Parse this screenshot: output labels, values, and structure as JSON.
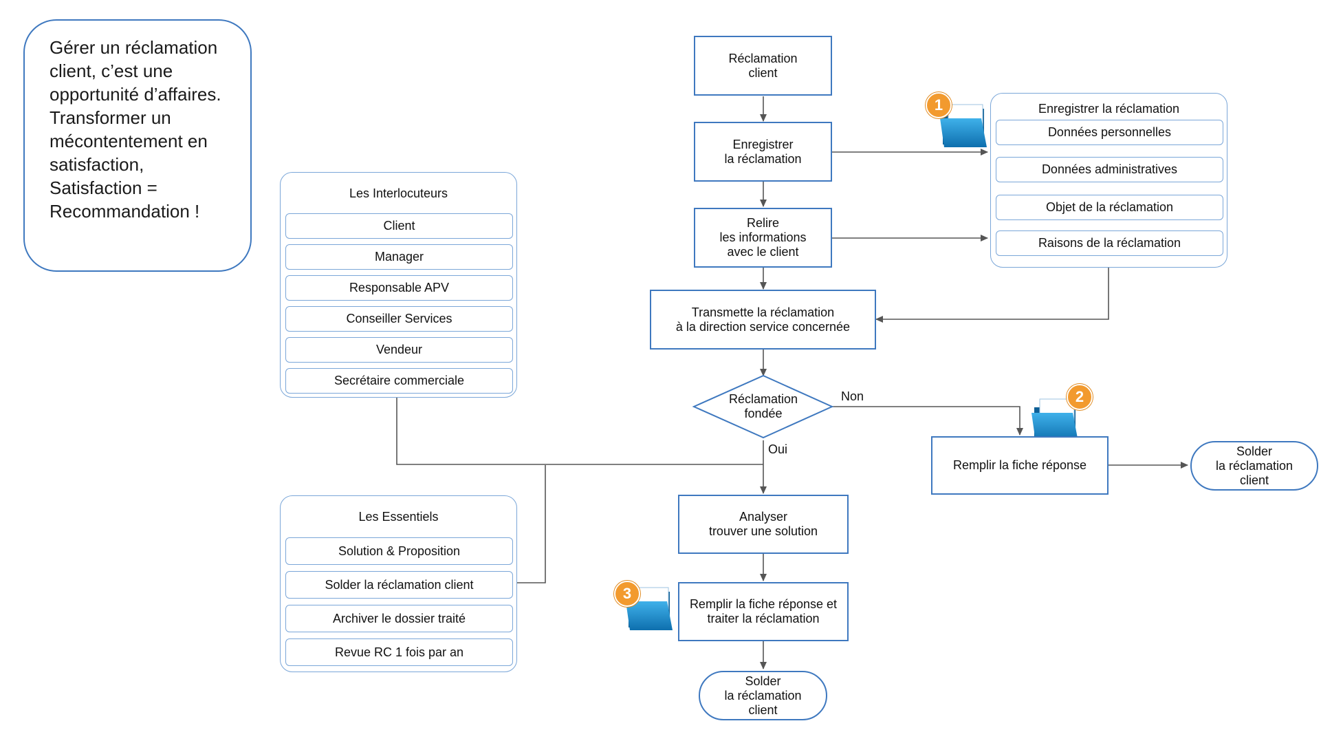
{
  "note": {
    "text": "Gérer un réclamation client, c’est une opportunité d’affaires. Transformer un mécontentement en satisfaction, Satisfaction = Recommandation !"
  },
  "flow": {
    "reclamation_client": "Réclamation\nclient",
    "enregistrer": "Enregistrer\nla réclamation",
    "relire": "Relire\nles informations\navec le client",
    "transmettre": "Transmette la réclamation\nà la direction service concernée",
    "decision": "Réclamation\nfondée",
    "non": "Non",
    "oui": "Oui",
    "remplir_fiche": "Remplir la fiche réponse",
    "solder_right": "Solder\nla réclamation\nclient",
    "analyser": "Analyser\ntrouver une solution",
    "remplir_traiter": "Remplir la fiche réponse et\ntraiter la réclamation",
    "solder_bottom": "Solder\nla réclamation\nclient"
  },
  "panel_enregistrer": {
    "title": "Enregistrer la réclamation",
    "items": [
      "Données personnelles",
      "Données administratives",
      "Objet de la réclamation",
      "Raisons de la réclamation"
    ]
  },
  "panel_interlocuteurs": {
    "title": "Les Interlocuteurs",
    "items": [
      "Client",
      "Manager",
      "Responsable APV",
      "Conseiller Services",
      "Vendeur",
      "Secrétaire commerciale"
    ]
  },
  "panel_essentiels": {
    "title": "Les Essentiels",
    "items": [
      "Solution & Proposition",
      "Solder la réclamation client",
      "Archiver le dossier traité",
      "Revue RC 1 fois par an"
    ]
  },
  "badges": [
    "1",
    "2",
    "3"
  ],
  "icons": [
    "folder-icon",
    "folder-icon",
    "folder-icon"
  ],
  "colors": {
    "box_border": "#3e78bf",
    "panel_border": "#7aa6d8",
    "badge": "#f29a2e",
    "folder": "#1b86c8",
    "line": "#555555"
  }
}
